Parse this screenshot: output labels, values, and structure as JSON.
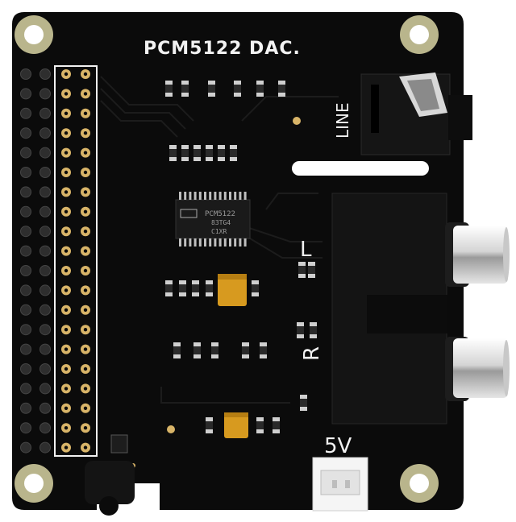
{
  "board": {
    "title": "PCM5122 DAC.",
    "line_label": "LINE",
    "left_label": "L",
    "right_label": "R",
    "power_label": "5V",
    "chip": {
      "line1": "PCM5122",
      "line2": "83TG4",
      "line3": "C1XR"
    }
  },
  "colors": {
    "pcb": "#0b0b0b",
    "silkscreen": "#f2f2f2",
    "gold": "#d8b468",
    "rca_metal": "#e8e8e8",
    "header_pin": "#2e2e2e",
    "capacitor": "#d79a1f",
    "connector": "#f5f5f5"
  }
}
